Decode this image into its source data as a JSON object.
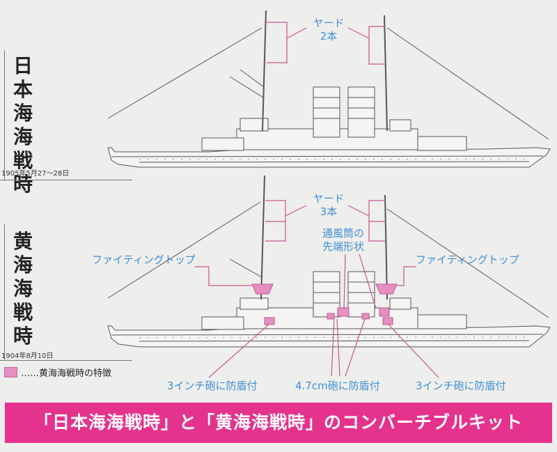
{
  "ship1": {
    "title": "日本海海戦時",
    "date": "1905年5月27～28日",
    "yard_label": "ヤード\n2本"
  },
  "ship2": {
    "title": "黄海海戦時",
    "date": "1904年8月10日",
    "yard_label": "ヤード\n3本",
    "vent_label": "通風筒の\n先端形状",
    "fighting_top_left": "ファイティングトップ",
    "fighting_top_right": "ファイティングトップ",
    "gun_left": "3インチ砲に防盾付",
    "gun_center": "4.7cm砲に防盾付",
    "gun_right": "3インチ砲に防盾付"
  },
  "legend": {
    "text": "……黄海海戦時の特徴",
    "color": "#e88fc2"
  },
  "banner": {
    "text": "「日本海海戦時」と「黄海海戦時」のコンバーチブルキット",
    "color": "#e5338d"
  },
  "colors": {
    "annotation_blue": "#3f8fd4",
    "highlight_pink": "#e88fc2"
  }
}
